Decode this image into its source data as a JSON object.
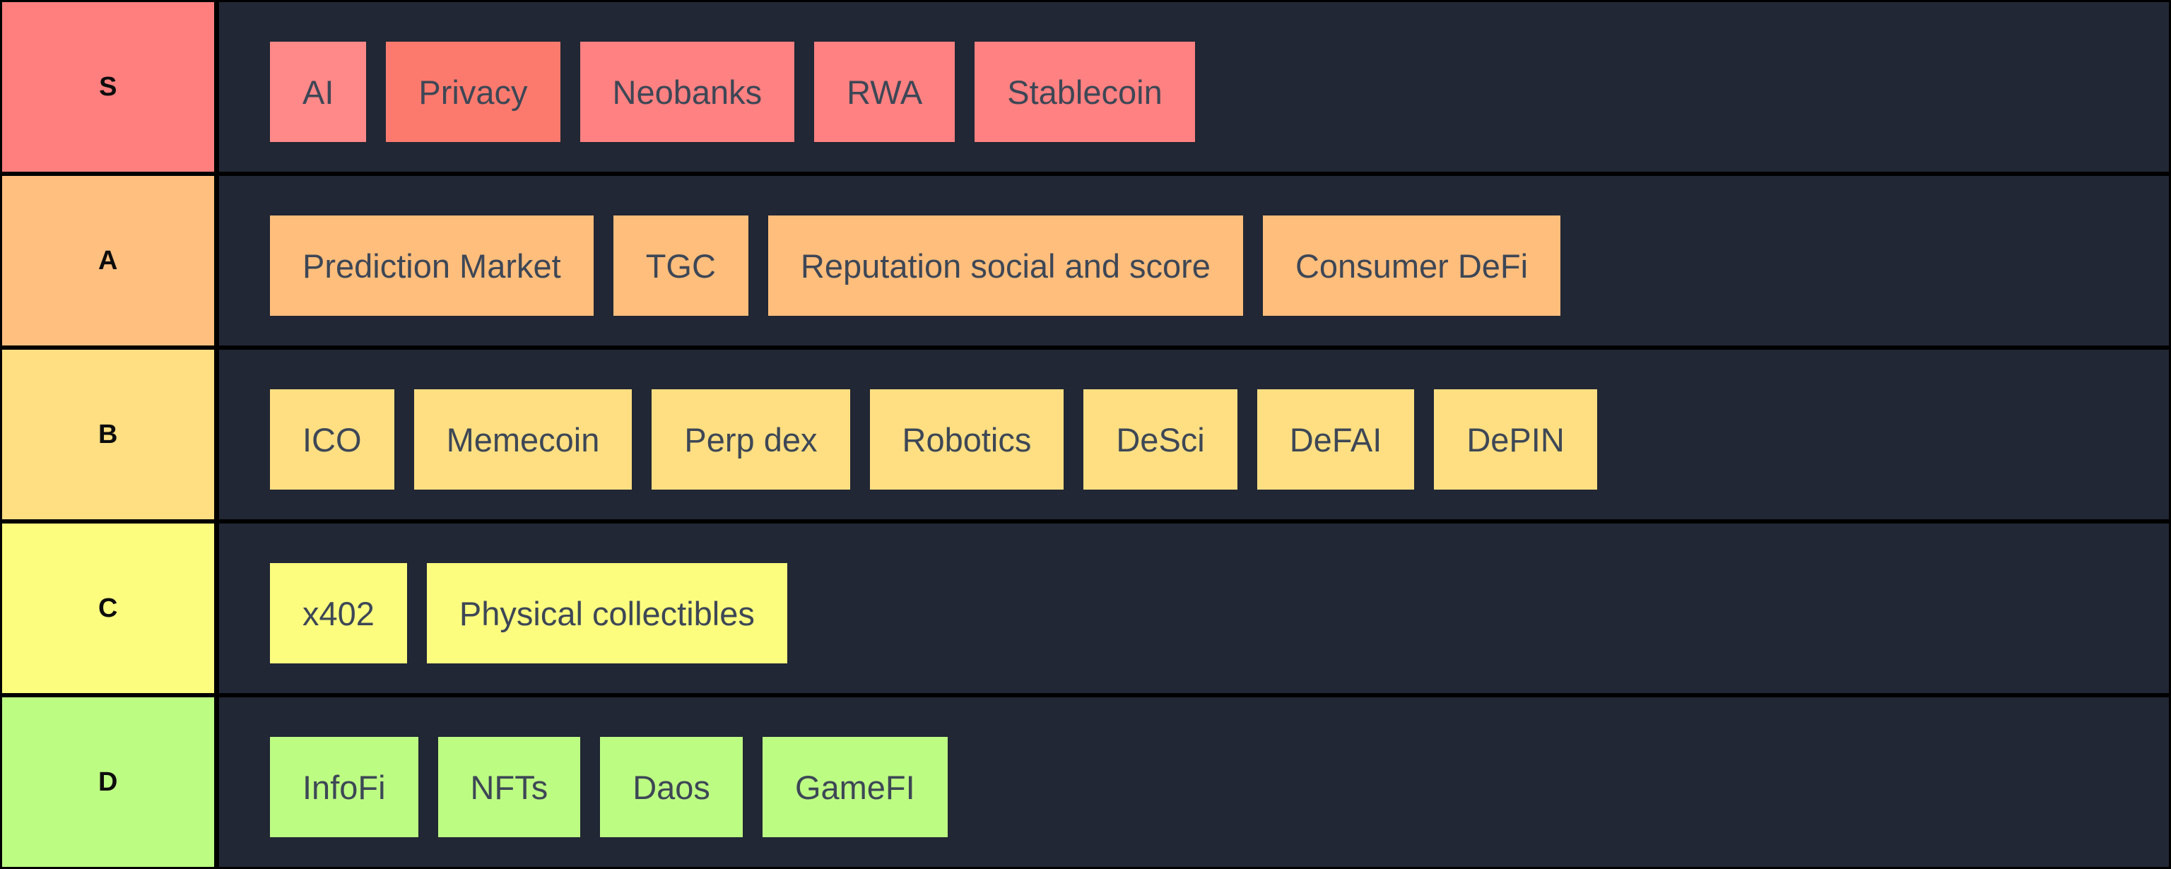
{
  "colors": {
    "board_background": "#000000",
    "row_background": "#212734",
    "item_text": "#3d4756",
    "tier_label_text": "#0d0d0d"
  },
  "tiers": [
    {
      "label": "S",
      "color": "#ff7f7f",
      "items": [
        {
          "label": "AI",
          "color": "#ff8888"
        },
        {
          "label": "Privacy",
          "color": "#fc7a6d"
        },
        {
          "label": "Neobanks",
          "color": "#ff8181"
        },
        {
          "label": "RWA",
          "color": "#ff8181"
        },
        {
          "label": "Stablecoin",
          "color": "#ff8181"
        }
      ]
    },
    {
      "label": "A",
      "color": "#ffbf7f",
      "items": [
        {
          "label": "Prediction Market",
          "color": "#ffbe7c"
        },
        {
          "label": "TGC",
          "color": "#ffbe7c"
        },
        {
          "label": "Reputation social and score",
          "color": "#ffbe7c"
        },
        {
          "label": "Consumer DeFi",
          "color": "#ffbe7c"
        }
      ]
    },
    {
      "label": "B",
      "color": "#ffdf82",
      "items": [
        {
          "label": "ICO",
          "color": "#ffdf82"
        },
        {
          "label": "Memecoin",
          "color": "#ffdf82"
        },
        {
          "label": "Perp dex",
          "color": "#ffdf82"
        },
        {
          "label": "Robotics",
          "color": "#ffdf82"
        },
        {
          "label": "DeSci",
          "color": "#ffdf82"
        },
        {
          "label": "DeFAI",
          "color": "#ffdf82"
        },
        {
          "label": "DePIN",
          "color": "#ffdf82"
        }
      ]
    },
    {
      "label": "C",
      "color": "#fcfc7f",
      "items": [
        {
          "label": "x402",
          "color": "#fcfc7f"
        },
        {
          "label": "Physical collectibles",
          "color": "#fcfc7f"
        }
      ]
    },
    {
      "label": "D",
      "color": "#bdfc83",
      "items": [
        {
          "label": "InfoFi",
          "color": "#bdfc83"
        },
        {
          "label": "NFTs",
          "color": "#bdfc83"
        },
        {
          "label": "Daos",
          "color": "#bdfc83"
        },
        {
          "label": "GameFI",
          "color": "#bdfc83"
        }
      ]
    }
  ]
}
